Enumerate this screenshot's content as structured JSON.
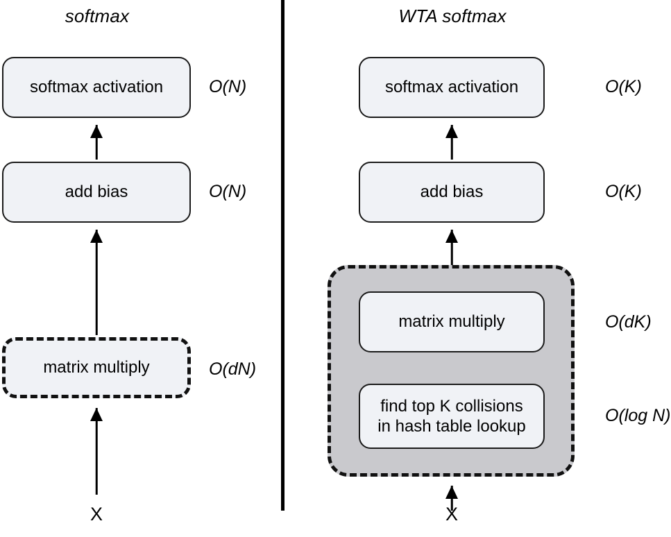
{
  "figure": {
    "background_color": "#ffffff",
    "box_fill_color": "#f0f2f6",
    "box_border_color": "#1a1a1a",
    "group_fill_color": "#c9c9cd",
    "divider_color": "#000000"
  },
  "columns": {
    "left": {
      "title": "softmax",
      "input_label": "X",
      "nodes": [
        {
          "label": "softmax activation",
          "complexity": "O(N)",
          "style": "solid"
        },
        {
          "label": "add bias",
          "complexity": "O(N)",
          "style": "solid"
        },
        {
          "label": "matrix multiply",
          "complexity": "O(dN)",
          "style": "dashed"
        }
      ]
    },
    "right": {
      "title": "WTA softmax",
      "input_label": "X",
      "nodes": [
        {
          "label": "softmax activation",
          "complexity": "O(K)",
          "style": "solid"
        },
        {
          "label": "add bias",
          "complexity": "O(K)",
          "style": "solid"
        }
      ],
      "group": {
        "style": "dashed",
        "nodes": [
          {
            "label": "matrix multiply",
            "complexity": "O(dK)",
            "style": "solid"
          },
          {
            "label": "find top K collisions\nin hash table lookup",
            "complexity": "O(log N)",
            "style": "solid"
          }
        ]
      }
    }
  }
}
